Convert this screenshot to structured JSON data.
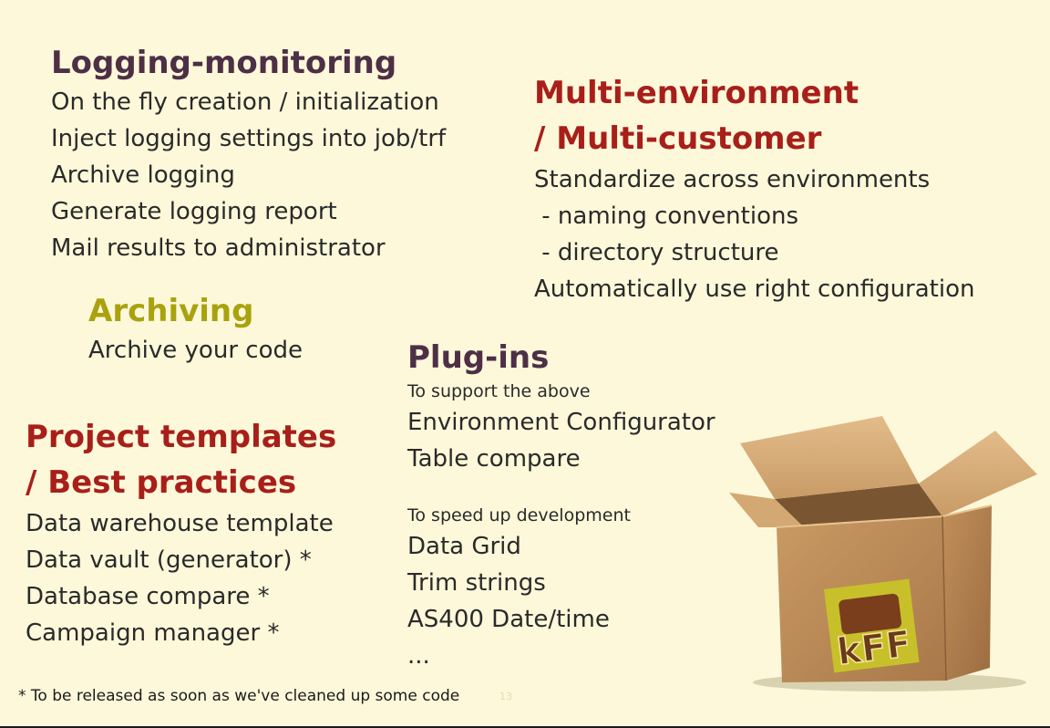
{
  "logging": {
    "title": "Logging-monitoring",
    "items": [
      "On the fly creation / initialization",
      "Inject logging settings into job/trf",
      "Archive logging",
      "Generate logging report",
      "Mail results to administrator"
    ]
  },
  "multi_env": {
    "title_line1": "Multi-environment",
    "title_line2": "/ Multi-customer",
    "items": [
      "Standardize across environments",
      " - naming conventions",
      " - directory structure",
      "Automatically use right configuration"
    ]
  },
  "archiving": {
    "title": "Archiving",
    "items": [
      "Archive your code"
    ]
  },
  "plugins": {
    "title": "Plug-ins",
    "subtitle1": "To support the above",
    "group1": [
      "Environment Configurator",
      "Table compare"
    ],
    "subtitle2": "To speed up development",
    "group2": [
      "Data Grid",
      "Trim strings",
      "AS400 Date/time",
      "..."
    ]
  },
  "templates": {
    "title_line1": "Project templates",
    "title_line2": "/ Best practices",
    "items": [
      "Data warehouse template",
      "Data vault (generator) *",
      "Database compare *",
      "Campaign manager *"
    ]
  },
  "footnote": "* To be released as soon as we've cleaned up some code",
  "page_number": "13",
  "logo_text": "kFF",
  "colors": {
    "background": "#fdf8da",
    "heading_purple": "#4d2f46",
    "heading_red": "#a81f1a",
    "heading_olive": "#a9a20e",
    "body_text": "#2a2a2a"
  }
}
